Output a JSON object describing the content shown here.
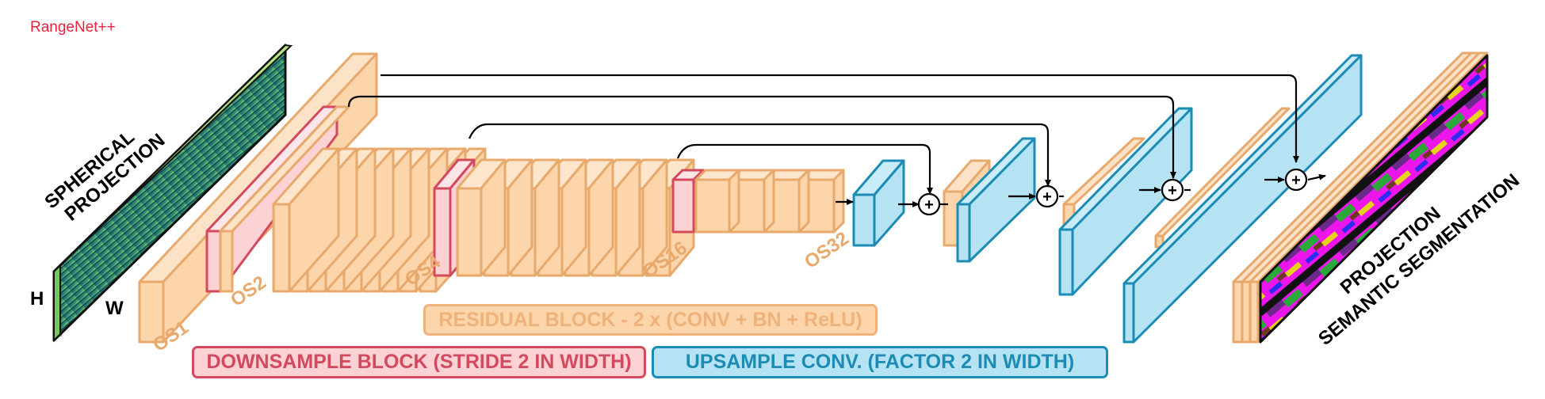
{
  "brand": "RangeNet++",
  "input": {
    "title_line1": "SPHERICAL",
    "title_line2": "PROJECTION",
    "dim_h": "H",
    "dim_w": "W"
  },
  "output": {
    "title_line1": "SEMANTIC SEGMENTATION",
    "title_line2": "PROJECTION"
  },
  "scales": [
    "OS1",
    "OS2",
    "OS4",
    "OS16",
    "OS32"
  ],
  "legend": {
    "residual": "RESIDUAL BLOCK - 2 x (CONV + BN + ReLU)",
    "downsample": "DOWNSAMPLE BLOCK (STRIDE 2 IN WIDTH)",
    "upsample": "UPSAMPLE CONV. (FACTOR 2 IN WIDTH)"
  },
  "sum_symbol": "+",
  "colors": {
    "residual_fill": "#fdd5aa",
    "residual_stroke": "#e8a96c",
    "downsample_fill": "#fcd2d4",
    "downsample_stroke": "#d3495d",
    "upsample_fill": "#b5e3f4",
    "upsample_stroke": "#1c8cb5",
    "brand": "#e8213c"
  }
}
